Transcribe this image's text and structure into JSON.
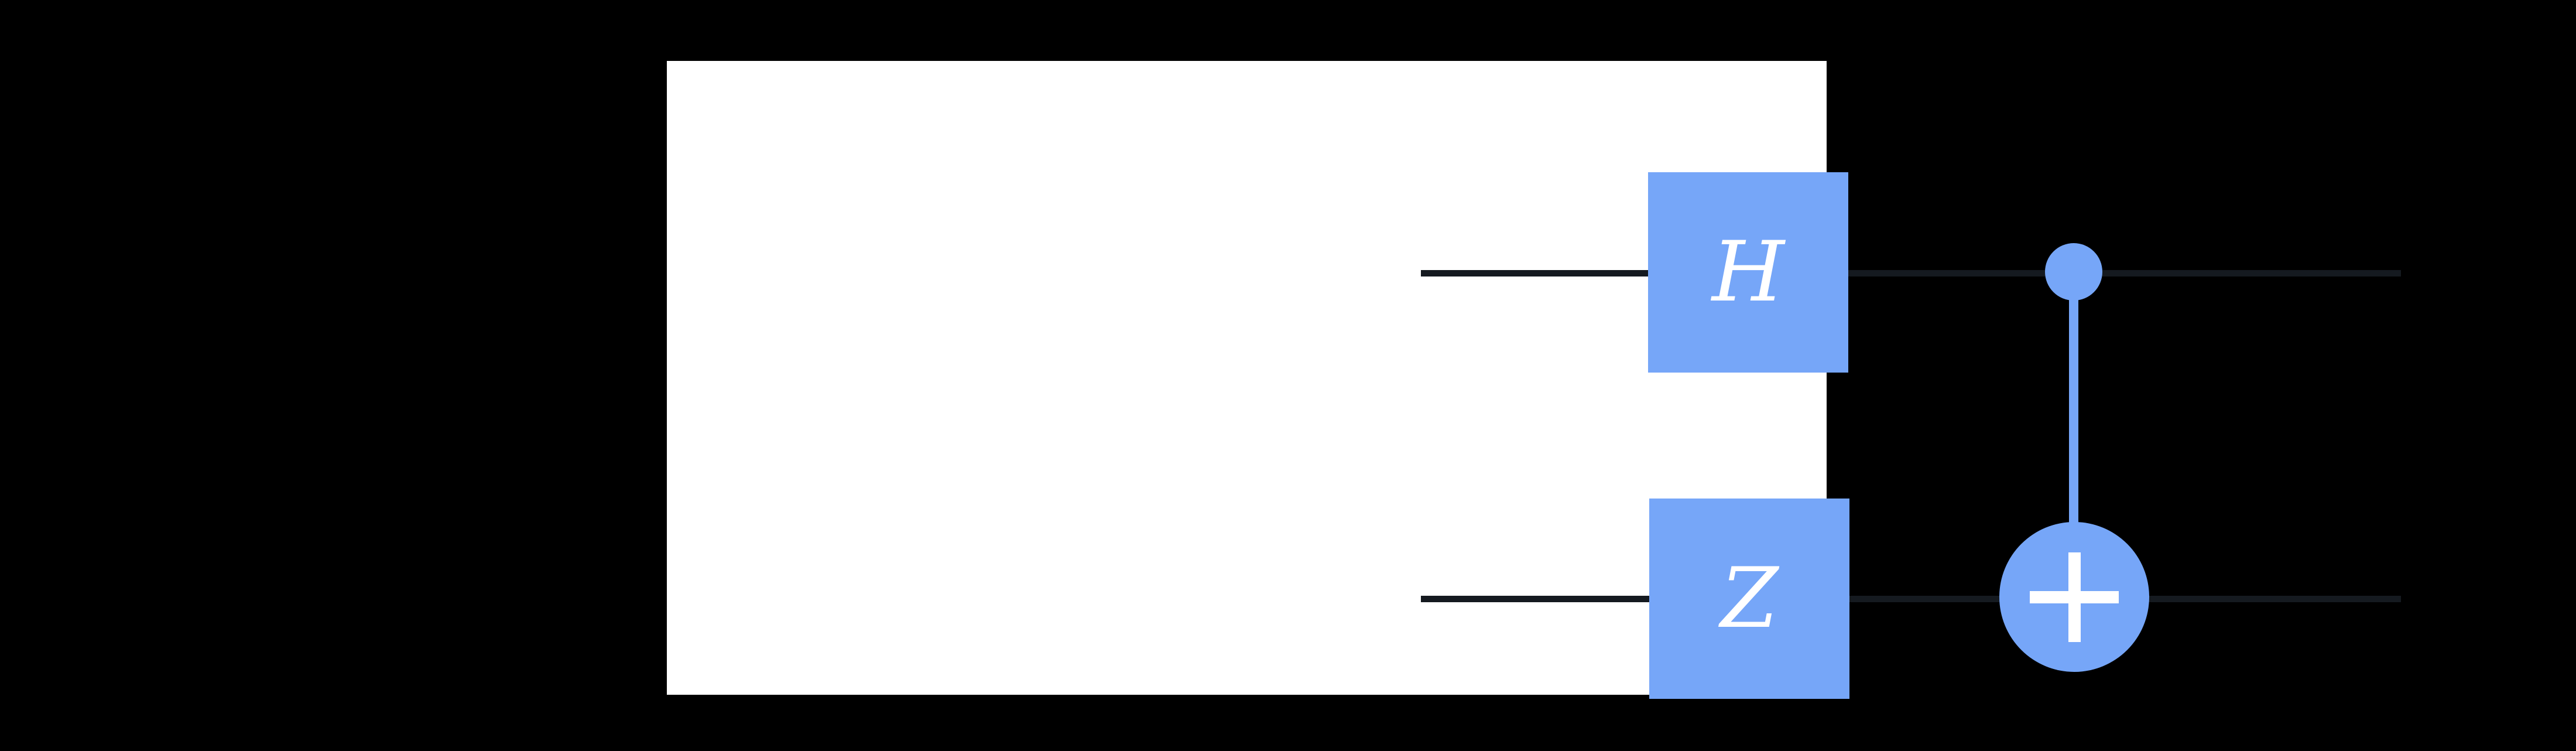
{
  "diagram": {
    "type": "quantum-circuit",
    "qubit_count": 2,
    "columns": 2,
    "gates": {
      "hadamard": {
        "label": "H",
        "qubit": 0,
        "column": 0
      },
      "pauli_z": {
        "label": "Z",
        "qubit": 1,
        "column": 0
      },
      "cnot": {
        "control_qubit": 0,
        "target_qubit": 1,
        "column": 1,
        "target_symbol": "plus"
      }
    }
  },
  "colors": {
    "background": "#000000",
    "panel": "#ffffff",
    "wire": "#151a20",
    "gate": "#76a6f8",
    "gate_text": "#ffffff"
  }
}
